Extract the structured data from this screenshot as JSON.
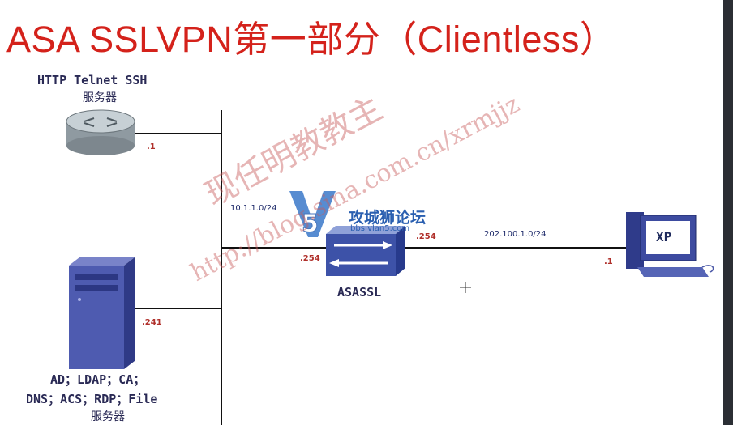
{
  "title": "ASA SSLVPN第一部分（Clientless）",
  "router_server": {
    "line1": "HTTP Telnet SSH",
    "line2": "服务器",
    "ip": ".1"
  },
  "directory_server": {
    "line1": "AD；LDAP；CA；",
    "line2": "DNS；ACS；RDP；File",
    "line3": "服务器",
    "ip": ".241"
  },
  "asa": {
    "name": "ASASSL",
    "inside_ip": ".254",
    "outside_ip": ".254"
  },
  "client": {
    "name": "XP",
    "ip": ".1"
  },
  "networks": {
    "inside": "10.1.1.0/24",
    "outside": "202.100.1.0/24"
  },
  "watermark": {
    "author": "现任明教教主",
    "url": "http://blog.sina.com.cn/xrmjjz"
  },
  "logo": {
    "name": "攻城狮论坛",
    "domain": "bbs.vlan5.com"
  }
}
